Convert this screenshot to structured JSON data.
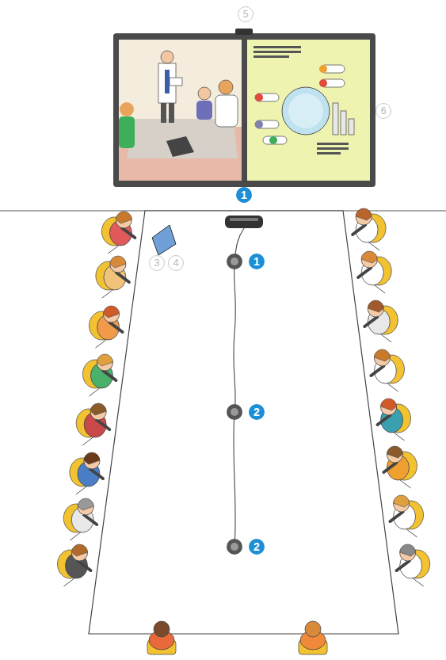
{
  "diagram": {
    "labels": [
      "5",
      "6",
      "1",
      "3",
      "4",
      "1",
      "2",
      "2"
    ]
  }
}
